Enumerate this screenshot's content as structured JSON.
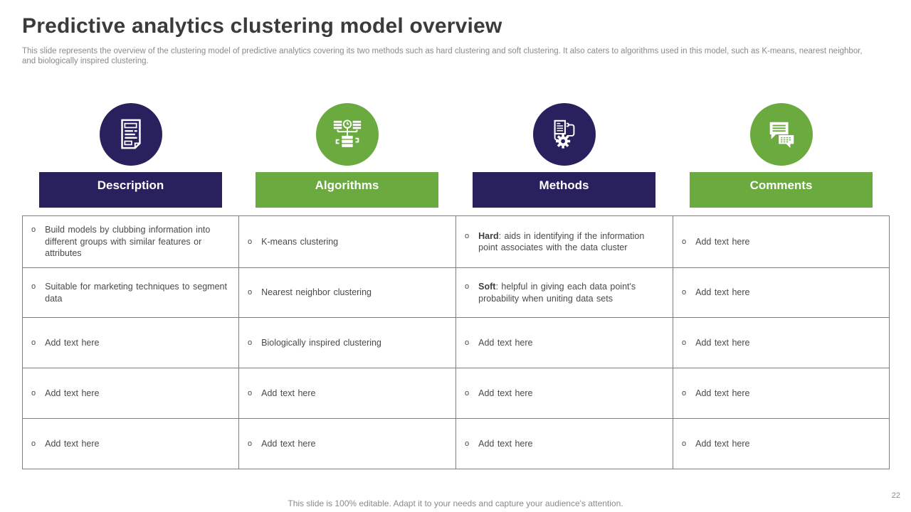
{
  "slide": {
    "title": "Predictive analytics clustering model overview",
    "subtitle": "This slide represents the overview of the clustering model of predictive analytics covering its two methods such as hard clustering and soft clustering. It also caters to algorithms used in this model, such as K-means, nearest neighbor, and biologically inspired clustering.",
    "footer": "This slide is 100% editable. Adapt it to your needs and capture your audience's attention.",
    "page_number": "22"
  },
  "colors": {
    "navy": "#29215d",
    "green": "#6aaa3e",
    "title_text": "#3b3b3b",
    "body_text": "#4a4a4a",
    "muted_text": "#8a8a8a",
    "table_border": "#7e7e7e"
  },
  "columns": [
    {
      "label": "Description",
      "icon": "document-icon",
      "color": "navy"
    },
    {
      "label": "Algorithms",
      "icon": "network-diagram-icon",
      "color": "green"
    },
    {
      "label": "Methods",
      "icon": "document-gear-icon",
      "color": "navy"
    },
    {
      "label": "Comments",
      "icon": "chat-bubbles-icon",
      "color": "green"
    }
  ],
  "table": {
    "bullet": "o",
    "rows": [
      [
        {
          "text": "Build models by clubbing information into different groups with similar features or attributes"
        },
        {
          "text": "K-means clustering"
        },
        {
          "bold": "Hard",
          "text": ": aids in identifying if the information point associates with the data cluster"
        },
        {
          "text": "Add text here"
        }
      ],
      [
        {
          "text": "Suitable for marketing techniques to segment data"
        },
        {
          "text": "Nearest neighbor clustering"
        },
        {
          "bold": "Soft",
          "text": ": helpful in giving each data point's probability when uniting data sets"
        },
        {
          "text": "Add text here"
        }
      ],
      [
        {
          "text": "Add text here"
        },
        {
          "text": "Biologically inspired clustering"
        },
        {
          "text": "Add text here"
        },
        {
          "text": "Add text here"
        }
      ],
      [
        {
          "text": "Add text here"
        },
        {
          "text": "Add text here"
        },
        {
          "text": "Add text here"
        },
        {
          "text": "Add text here"
        }
      ],
      [
        {
          "text": "Add text here"
        },
        {
          "text": "Add text here"
        },
        {
          "text": "Add text here"
        },
        {
          "text": "Add text here"
        }
      ]
    ]
  }
}
